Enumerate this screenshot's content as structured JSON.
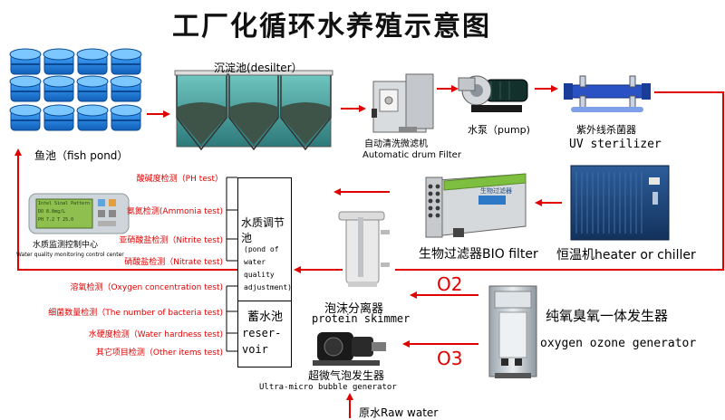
{
  "title": "工厂化循环水养殖示意图",
  "labels": {
    "fish_pond": "鱼池（fish pond）",
    "desilter": "沉淀池(desilter）",
    "drum_filter_cn": "自动清洗微滤机",
    "drum_filter_en": "Automatic drum Filter",
    "pump": "水泵（pump)",
    "uv_cn": "紫外线杀菌器",
    "uv_en": "UV sterilizer",
    "bio_filter": "生物过滤器BIO filter",
    "heater": "恒温机heater or chiller",
    "protein_cn": "泡沫分离器",
    "protein_en": "protein skimmer",
    "o2": "O2",
    "o3": "O3",
    "oxygen_cn": "纯氧臭氧一体发生器",
    "oxygen_en": "oxygen ozone generator",
    "bubble_cn": "超微气泡发生器",
    "bubble_en": "Ultra-micro bubble generator",
    "raw_water": "原水Raw water",
    "monitor_cn": "水质监测控制中心",
    "monitor_en": "Water quality monitoring control center"
  },
  "regulating": {
    "title": "水质调节池",
    "sub": [
      "(pond of",
      "water",
      "quality",
      "adjustment)"
    ]
  },
  "reservoir": {
    "title": "蓄水池",
    "sub": [
      "reser-",
      "voir"
    ]
  },
  "tests": [
    "酸碱度检测（PH test）",
    "氨氮检测(Ammonia test)",
    "亚硝酸盐检测（Nitrite test)",
    "硝酸盐检测（Nitrate test)",
    "溶氧检测（Oxygen concentration  test)",
    "细菌数量检测（The number of bacteria test)",
    "水硬度检测（Water hardness test)",
    "其它项目检测（Other items test)"
  ],
  "device_text": {
    "monitor_screen": [
      "Intel Sinal Pattern",
      "DO 8.8mg/L",
      "PH 7.2  T 25.0"
    ],
    "bio_panel": "生物过滤器"
  },
  "colors": {
    "arrow": "#e00000",
    "tank_blue": "#1f7fd6",
    "water": "#4aa6a6",
    "grey": "#c8c8c8"
  }
}
